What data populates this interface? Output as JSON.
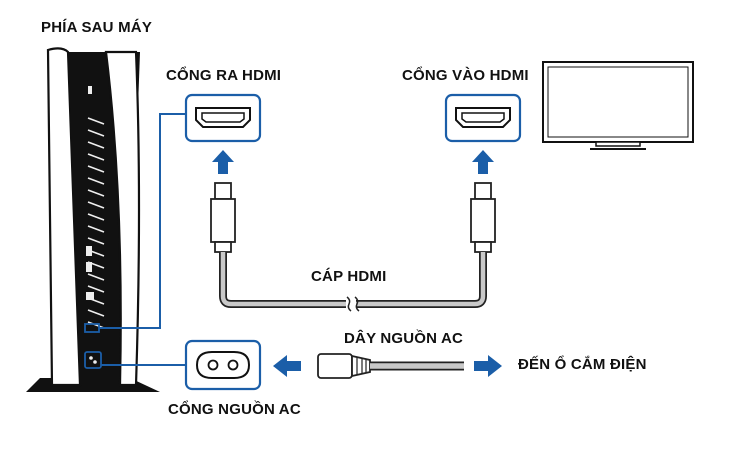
{
  "labels": {
    "back_of_console": "PHÍA SAU MÁY",
    "hdmi_out_port": "CỔNG RA HDMI",
    "hdmi_in_port": "CỔNG VÀO HDMI",
    "hdmi_cable": "CÁP HDMI",
    "ac_power_cord": "DÂY NGUỒN AC",
    "to_outlet": "ĐẾN Ổ CẮM ĐIỆN",
    "ac_in_port": "CỔNG NGUỒN AC"
  },
  "colors": {
    "accent_blue": "#1b5ea8",
    "outline": "#222222",
    "cable_gray": "#9a9a9a",
    "port_fill": "#ffffff"
  },
  "icons": [
    "console-back",
    "hdmi-port",
    "tv-monitor",
    "ac-port",
    "hdmi-connector",
    "ac-plug",
    "arrow-up",
    "arrow-left",
    "arrow-right"
  ]
}
